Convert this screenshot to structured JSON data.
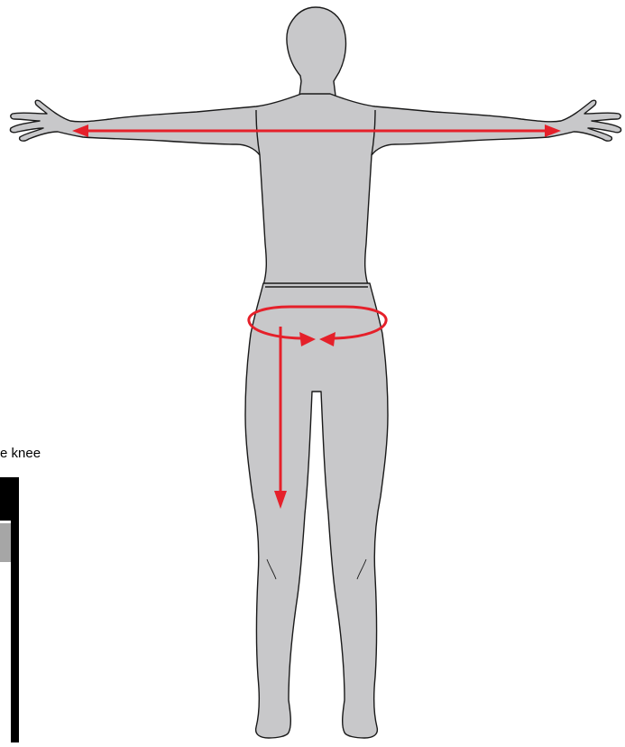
{
  "caption": {
    "text": "e knee"
  },
  "colors": {
    "figure_fill": "#c8c8ca",
    "figure_stroke": "#1a1a1a",
    "arrow": "#e5202a",
    "table_header": "#000000",
    "table_highlight": "#a6a6a6"
  },
  "icons": {
    "arm_span_arrow": "double-headed-horizontal-arrow",
    "waist_arrow": "circular-waist-arrow",
    "inseam_arrow": "down-arrow"
  }
}
